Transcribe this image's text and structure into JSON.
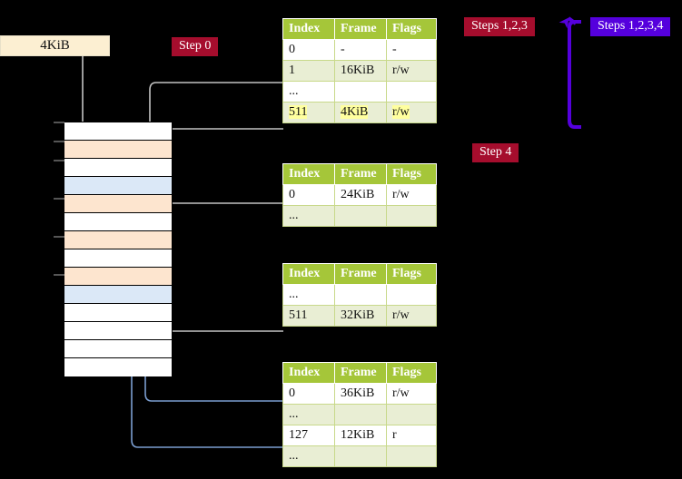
{
  "diagram": {
    "title_badges": {
      "step0": "Step 0",
      "steps123": "Steps 1,2,3",
      "steps1234": "Steps 1,2,3,4",
      "step4": "Step 4"
    },
    "colors": {
      "badge_red": "#a50d2d",
      "badge_blue": "#5500dd",
      "table_header": "#a5c639",
      "table_alt_row": "#e9eed4",
      "highlight": "#ffff9e",
      "mem_orange": "#fde5cf",
      "mem_blue": "#dbe8f7",
      "box_cream": "#fcefd2",
      "wire_gray": "#b9b9b9",
      "wire_blue": "#7a9dd0",
      "arrow_blue": "#4a6fa5",
      "bracket_purple": "#5500dd",
      "background": "#000000"
    },
    "virtual_page": {
      "label": "4KiB"
    },
    "memory_column": {
      "rows": [
        {
          "fill": "white"
        },
        {
          "fill": "orange"
        },
        {
          "fill": "white"
        },
        {
          "fill": "blue"
        },
        {
          "fill": "orange"
        },
        {
          "fill": "white"
        },
        {
          "fill": "orange"
        },
        {
          "fill": "white"
        },
        {
          "fill": "orange"
        },
        {
          "fill": "blue"
        },
        {
          "fill": "white"
        },
        {
          "fill": "white"
        },
        {
          "fill": "white"
        },
        {
          "fill": "white"
        }
      ]
    },
    "tables": [
      {
        "name": "pml4-table",
        "headers": [
          "Index",
          "Frame",
          "Flags"
        ],
        "rows": [
          {
            "style": "plain",
            "highlight": false,
            "cells": [
              "0",
              "-",
              "-"
            ]
          },
          {
            "style": "alt",
            "highlight": false,
            "cells": [
              "1",
              "16KiB",
              "r/w"
            ]
          },
          {
            "style": "plain",
            "highlight": false,
            "cells": [
              "...",
              "",
              ""
            ]
          },
          {
            "style": "alt",
            "highlight": true,
            "cells": [
              "511",
              "4KiB",
              "r/w"
            ]
          }
        ]
      },
      {
        "name": "pdp-table",
        "headers": [
          "Index",
          "Frame",
          "Flags"
        ],
        "rows": [
          {
            "style": "plain",
            "highlight": false,
            "cells": [
              "0",
              "24KiB",
              "r/w"
            ]
          },
          {
            "style": "alt",
            "highlight": false,
            "cells": [
              "...",
              "",
              ""
            ]
          }
        ]
      },
      {
        "name": "pd-table",
        "headers": [
          "Index",
          "Frame",
          "Flags"
        ],
        "rows": [
          {
            "style": "plain",
            "highlight": false,
            "cells": [
              "...",
              "",
              ""
            ]
          },
          {
            "style": "alt",
            "highlight": false,
            "cells": [
              "511",
              "32KiB",
              "r/w"
            ]
          }
        ]
      },
      {
        "name": "pt-table",
        "headers": [
          "Index",
          "Frame",
          "Flags"
        ],
        "rows": [
          {
            "style": "plain",
            "highlight": false,
            "cells": [
              "0",
              "36KiB",
              "r/w"
            ]
          },
          {
            "style": "alt",
            "highlight": false,
            "cells": [
              "...",
              "",
              ""
            ]
          },
          {
            "style": "plain",
            "highlight": false,
            "cells": [
              "127",
              "12KiB",
              "r"
            ]
          },
          {
            "style": "alt",
            "highlight": false,
            "cells": [
              "...",
              "",
              ""
            ]
          }
        ]
      }
    ]
  }
}
